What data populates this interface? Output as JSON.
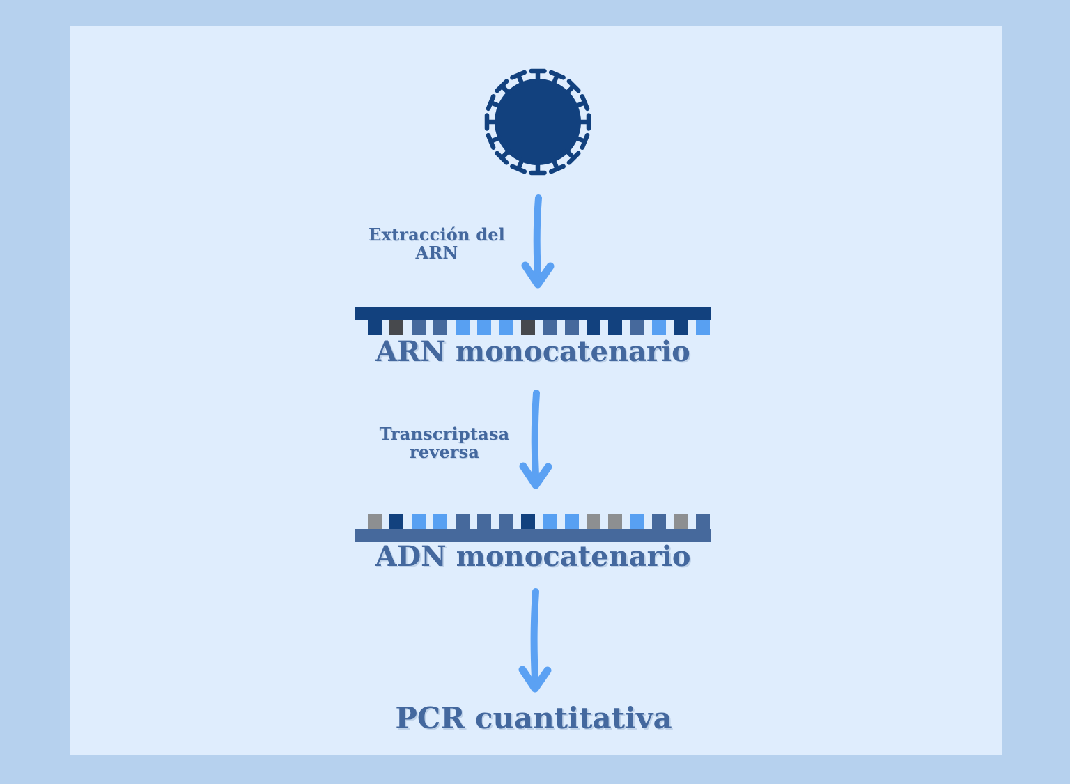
{
  "colors": {
    "outer_bg": "#b6d1ee",
    "panel_bg": "#dfedfd",
    "navy": "#12417e",
    "steel": "#46699c",
    "light": "#58a0f2",
    "darkgray": "#47494d",
    "midgray": "#8d8f91",
    "arrow": "#5ba1f3",
    "heading": "#44689e"
  },
  "labels": {
    "extraction": {
      "lines": [
        "Extracción del",
        "ARN"
      ]
    },
    "reverse_transcriptase": {
      "lines": [
        "Transcriptasa",
        "reversa"
      ]
    },
    "final": "PCR cuantitativa"
  },
  "strands": {
    "arn": {
      "label": "ARN monocatenario",
      "teeth": [
        "navy",
        "darkgray",
        "steel",
        "steel",
        "light",
        "light",
        "light",
        "darkgray",
        "steel",
        "steel",
        "navy",
        "navy",
        "steel",
        "light",
        "navy",
        "light"
      ]
    },
    "adn": {
      "label": "ADN monocatenario",
      "teeth": [
        "midgray",
        "navy",
        "light",
        "light",
        "steel",
        "steel",
        "steel",
        "navy",
        "light",
        "light",
        "midgray",
        "midgray",
        "light",
        "steel",
        "midgray",
        "steel"
      ]
    }
  },
  "icons": {
    "virus": "virus-particle",
    "arrow": "down-arrow"
  }
}
